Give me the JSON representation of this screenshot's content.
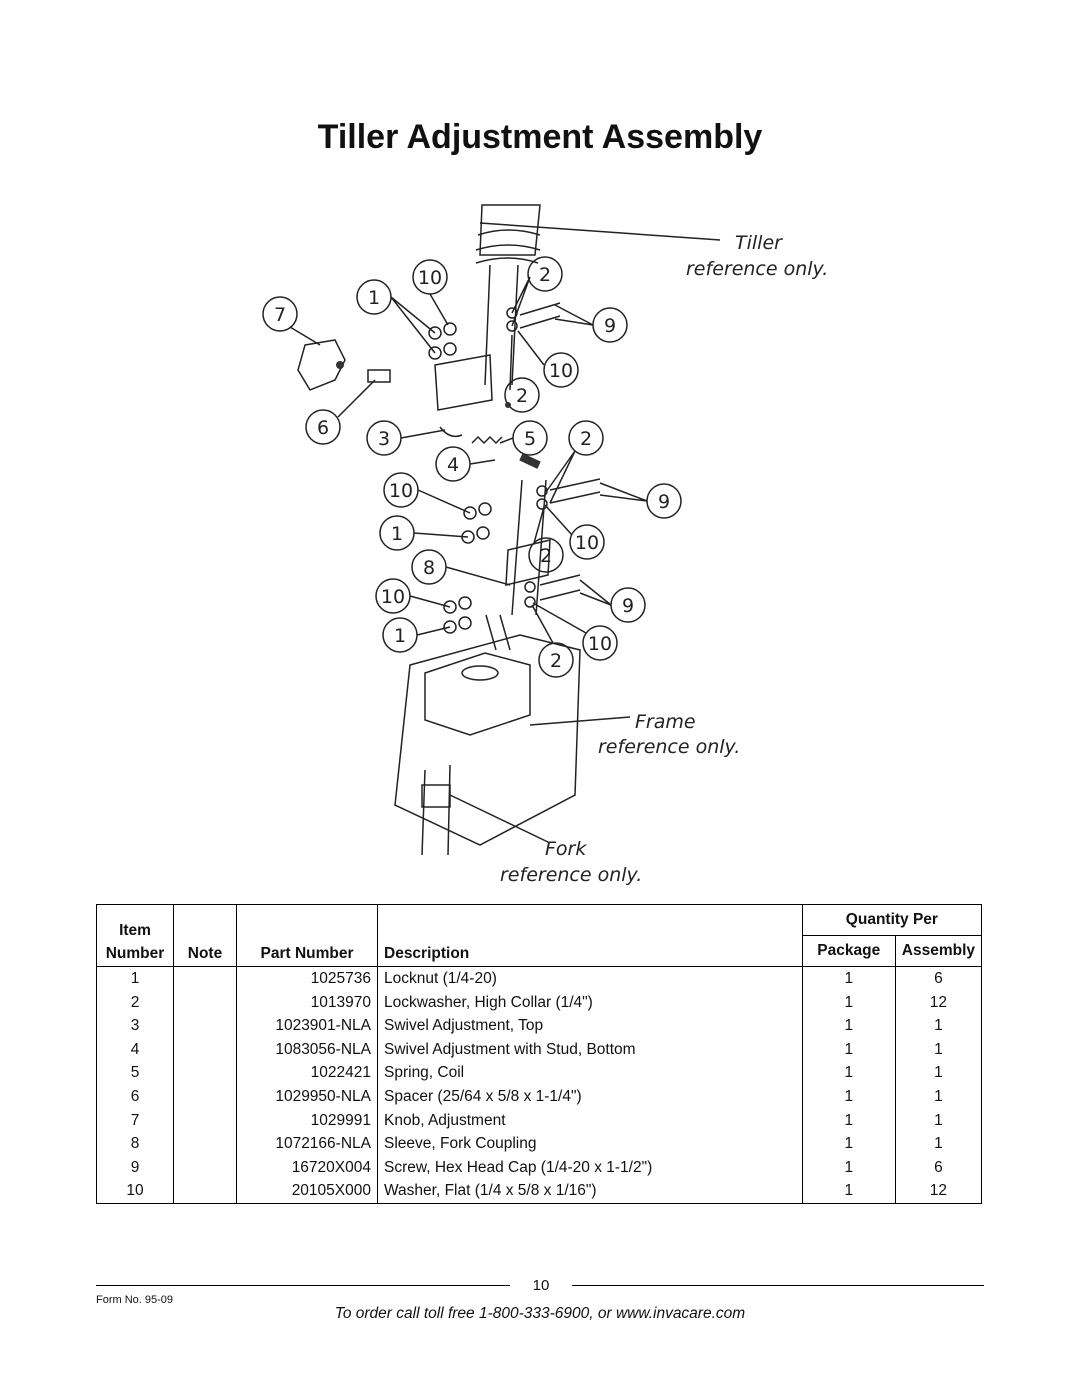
{
  "title": "Tiller Adjustment Assembly",
  "diagram": {
    "callouts": [
      "1",
      "2",
      "3",
      "4",
      "5",
      "6",
      "7",
      "8",
      "9",
      "10"
    ],
    "tiller_label": "Tiller",
    "tiller_note": "reference only.",
    "frame_label": "Frame",
    "frame_note": "reference only.",
    "fork_label": "Fork",
    "fork_note": "reference only."
  },
  "table": {
    "header": {
      "item_line1": "Item",
      "item_line2": "Number",
      "note": "Note",
      "part_number": "Part Number",
      "description": "Description",
      "quantity_per": "Quantity Per",
      "package": "Package",
      "assembly": "Assembly"
    },
    "rows": [
      {
        "item": "1",
        "note": "",
        "part": "1025736",
        "desc": "Locknut (1/4-20)",
        "pkg": "1",
        "asm": "6"
      },
      {
        "item": "2",
        "note": "",
        "part": "1013970",
        "desc": "Lockwasher, High Collar (1/4\")",
        "pkg": "1",
        "asm": "12"
      },
      {
        "item": "3",
        "note": "",
        "part": "1023901-NLA",
        "desc": "Swivel Adjustment, Top",
        "pkg": "1",
        "asm": "1"
      },
      {
        "item": "4",
        "note": "",
        "part": "1083056-NLA",
        "desc": "Swivel Adjustment with Stud, Bottom",
        "pkg": "1",
        "asm": "1"
      },
      {
        "item": "5",
        "note": "",
        "part": "1022421",
        "desc": "Spring, Coil",
        "pkg": "1",
        "asm": "1"
      },
      {
        "item": "6",
        "note": "",
        "part": "1029950-NLA",
        "desc": "Spacer (25/64 x 5/8 x 1-1/4\")",
        "pkg": "1",
        "asm": "1"
      },
      {
        "item": "7",
        "note": "",
        "part": "1029991",
        "desc": "Knob, Adjustment",
        "pkg": "1",
        "asm": "1"
      },
      {
        "item": "8",
        "note": "",
        "part": "1072166-NLA",
        "desc": "Sleeve, Fork Coupling",
        "pkg": "1",
        "asm": "1"
      },
      {
        "item": "9",
        "note": "",
        "part": "16720X004",
        "desc": "Screw, Hex Head Cap (1/4-20 x 1-1/2\")",
        "pkg": "1",
        "asm": "6"
      },
      {
        "item": "10",
        "note": "",
        "part": "20105X000",
        "desc": "Washer, Flat (1/4 x 5/8 x 1/16\")",
        "pkg": "1",
        "asm": "12"
      }
    ]
  },
  "footer": {
    "page_number": "10",
    "form_no": "Form No.  95-09",
    "order_text": "To order call toll free 1-800-333-6900, or www.invacare.com"
  }
}
